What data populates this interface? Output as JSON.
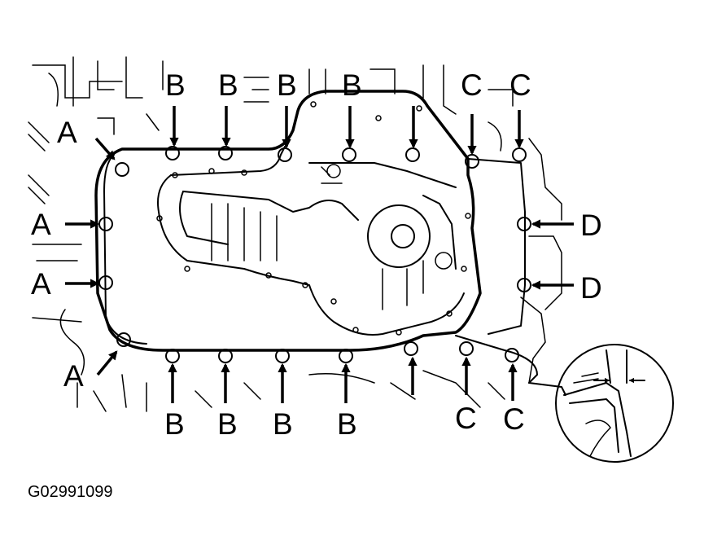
{
  "figure_id": "G02991099",
  "legend": {
    "A": "A",
    "B": "B",
    "C": "C",
    "D": "D"
  },
  "callouts": [
    {
      "id": "a1",
      "group": "A"
    },
    {
      "id": "a2",
      "group": "A"
    },
    {
      "id": "a3",
      "group": "A"
    },
    {
      "id": "a4",
      "group": "A"
    },
    {
      "id": "bt1",
      "group": "B"
    },
    {
      "id": "bt2",
      "group": "B"
    },
    {
      "id": "bt3",
      "group": "B"
    },
    {
      "id": "bt4",
      "group": "B"
    },
    {
      "id": "bb1",
      "group": "B"
    },
    {
      "id": "bb2",
      "group": "B"
    },
    {
      "id": "bb3",
      "group": "B"
    },
    {
      "id": "bb4",
      "group": "B"
    },
    {
      "id": "ct1",
      "group": "C"
    },
    {
      "id": "ct2",
      "group": "C"
    },
    {
      "id": "cb1",
      "group": "C"
    },
    {
      "id": "cb2",
      "group": "C"
    },
    {
      "id": "d1",
      "group": "D"
    },
    {
      "id": "d2",
      "group": "D"
    }
  ]
}
